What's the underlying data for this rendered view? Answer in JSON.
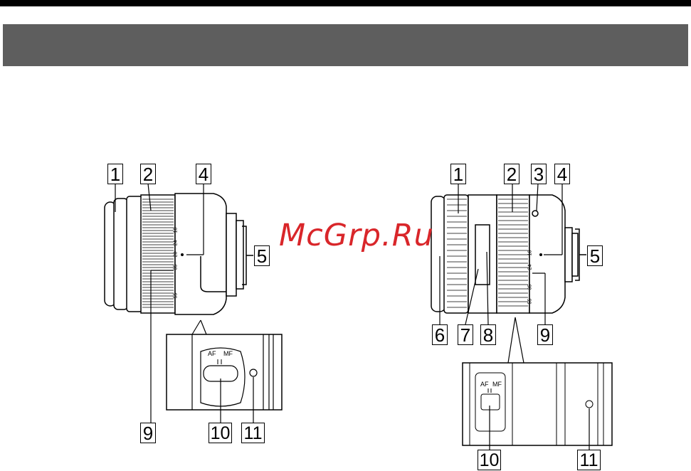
{
  "watermark": {
    "text": "McGrp.Ru",
    "color": "#d9262a"
  },
  "colors": {
    "header_band": "#5e5e5e",
    "rule": "#000000"
  },
  "left_lens": {
    "callouts": [
      "1",
      "2",
      "4",
      "5",
      "9",
      "10",
      "11"
    ],
    "focal_marks": [
      "18",
      "24",
      "28",
      "35",
      "55"
    ],
    "switch": {
      "af": "AF",
      "mf": "MF"
    }
  },
  "right_lens": {
    "callouts": [
      "1",
      "2",
      "3",
      "4",
      "5",
      "6",
      "7",
      "8",
      "9",
      "10",
      "11"
    ],
    "focal_marks": [
      "18",
      "24",
      "35",
      "55"
    ],
    "switch": {
      "af": "AF",
      "mf": "MF"
    }
  }
}
